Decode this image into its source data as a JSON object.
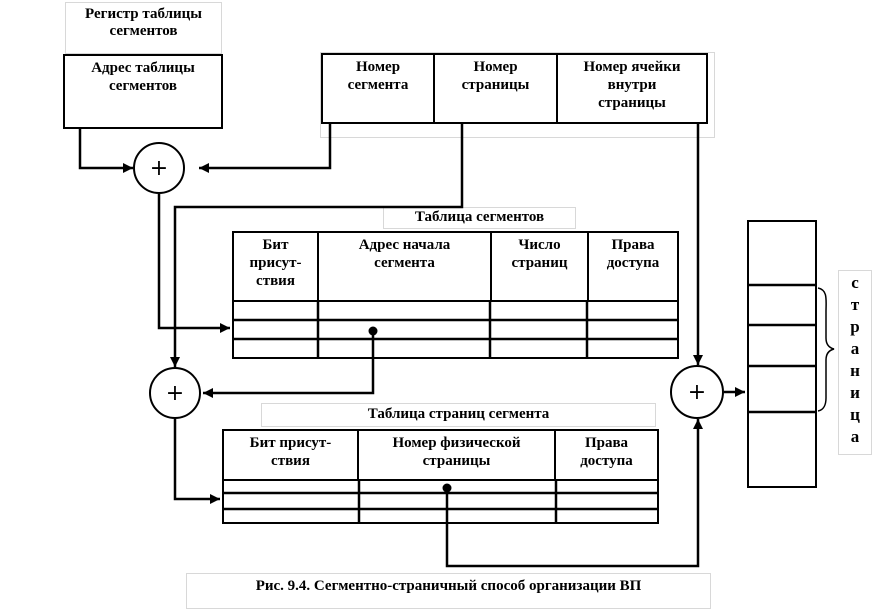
{
  "register": {
    "caption": "Регистр таблицы\nсегментов",
    "cell": "Адрес таблицы\nсегментов"
  },
  "virtual_address": {
    "segment_number": "Номер\nсегмента",
    "page_number": "Номер\nстраницы",
    "cell_number": "Номер ячейки\nвнутри\nстраницы"
  },
  "segment_table": {
    "title": "Таблица сегментов",
    "columns": [
      "Бит\nприсут-\nствия",
      "Адрес начала\nсегмента",
      "Число\nстраниц",
      "Права\nдоступа"
    ]
  },
  "page_table": {
    "title": "Таблица страниц сегмента",
    "columns": [
      "Бит присут-\nствия",
      "Номер физической\nстраницы",
      "Права\nдоступа"
    ]
  },
  "adders": {
    "symbol": "+"
  },
  "memory": {
    "page_label": [
      "с",
      "т",
      "р",
      "а",
      "н",
      "и",
      "ц",
      "а"
    ]
  },
  "caption": "Рис. 9.4. Сегментно-страничный способ организации ВП"
}
